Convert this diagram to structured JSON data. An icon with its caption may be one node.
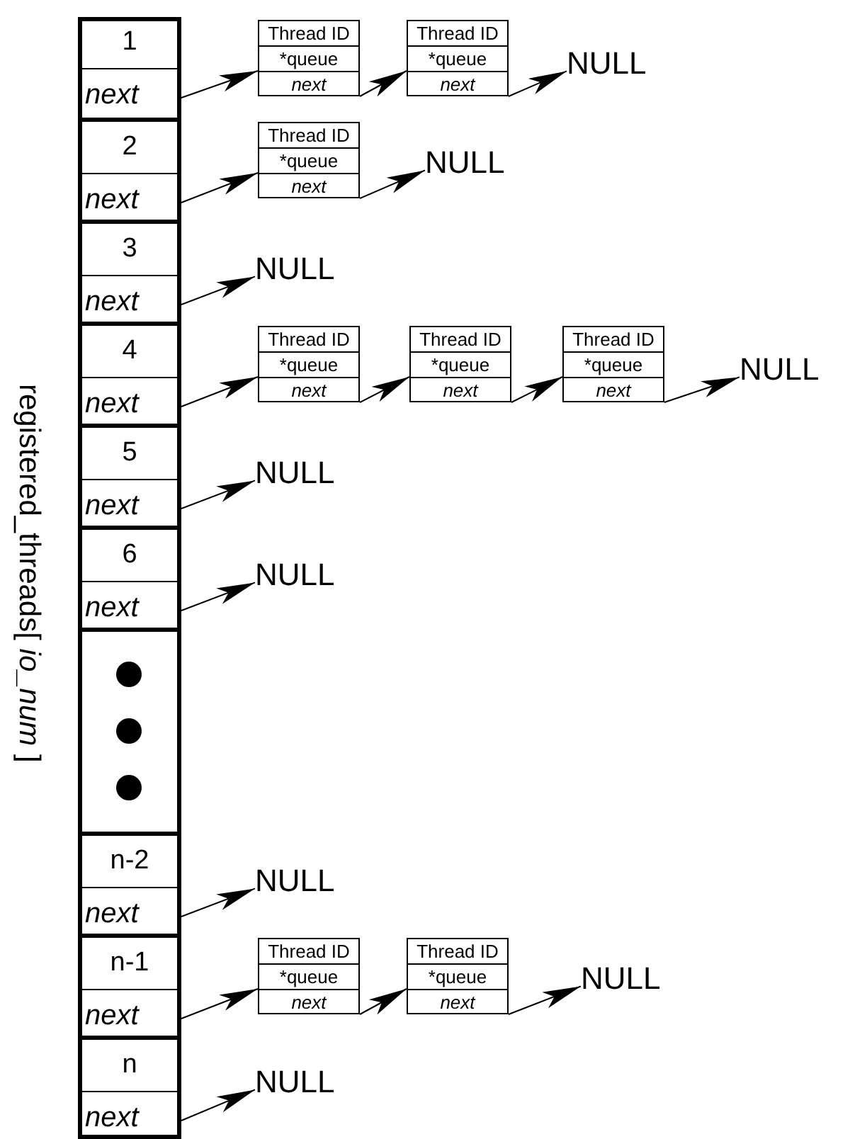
{
  "diagram": {
    "nodes": [
      {
        "text": [
          "registered_threads[ *io_num* ]"
        ]
      },
      {
        "text": [
          "1",
          "next"
        ],
        "in": 0
      },
      {
        "text": [
          "2",
          "next"
        ],
        "in": 0
      },
      {
        "text": [
          "3",
          "next"
        ],
        "in": 0
      },
      {
        "text": [
          "4",
          "next"
        ],
        "in": 0
      },
      {
        "text": [
          "5",
          "next"
        ],
        "in": 0
      },
      {
        "text": [
          "6",
          "next"
        ],
        "in": 0
      },
      {
        "text": [],
        "shape": "box",
        "in": 0
      },
      {
        "text": [
          "n-2",
          "next"
        ],
        "in": 0
      },
      {
        "text": [
          "n-1",
          "next"
        ],
        "in": 0
      },
      {
        "text": [
          "n",
          "next"
        ],
        "in": 0
      },
      {
        "text": [
          "Thread ID",
          "*queue",
          "next"
        ]
      },
      {
        "text": [
          "Thread ID",
          "*queue",
          "next"
        ]
      },
      {
        "text": [
          "NULL"
        ]
      },
      {
        "text": [
          "Thread ID",
          "*queue",
          "next"
        ]
      },
      {
        "text": [
          "NULL"
        ]
      },
      {
        "text": [
          "NULL"
        ]
      },
      {
        "text": [
          "Thread ID",
          "*queue",
          "next"
        ]
      },
      {
        "text": [
          "Thread ID",
          "*queue",
          "next"
        ]
      },
      {
        "text": [
          "Thread ID",
          "*queue",
          "next"
        ]
      },
      {
        "text": [
          "NULL"
        ]
      },
      {
        "text": [
          "NULL"
        ]
      },
      {
        "text": [
          "NULL"
        ]
      },
      {
        "text": [
          "NULL"
        ]
      },
      {
        "text": [
          "Thread ID",
          "*queue",
          "next"
        ]
      },
      {
        "text": [
          "Thread ID",
          "*queue",
          "next"
        ]
      },
      {
        "text": [
          "NULL"
        ]
      },
      {
        "text": [
          "NULL"
        ]
      }
    ],
    "edges": [
      {
        "from": 1,
        "to": 11,
        "arrow": "to"
      },
      {
        "from": 11,
        "to": 12,
        "arrow": "to"
      },
      {
        "from": 12,
        "to": 13,
        "arrow": "to"
      },
      {
        "from": 2,
        "to": 14,
        "arrow": "to"
      },
      {
        "from": 14,
        "to": 15,
        "arrow": "to"
      },
      {
        "from": 3,
        "to": 16,
        "arrow": "to"
      },
      {
        "from": 4,
        "to": 17,
        "arrow": "to"
      },
      {
        "from": 17,
        "to": 18,
        "arrow": "to"
      },
      {
        "from": 18,
        "to": 19,
        "arrow": "to"
      },
      {
        "from": 19,
        "to": 20,
        "arrow": "to"
      },
      {
        "from": 5,
        "to": 21,
        "arrow": "to"
      },
      {
        "from": 6,
        "to": 22,
        "arrow": "to"
      },
      {
        "from": 8,
        "to": 23,
        "arrow": "to"
      },
      {
        "from": 9,
        "to": 24,
        "arrow": "to"
      },
      {
        "from": 24,
        "to": 25,
        "arrow": "to"
      },
      {
        "from": 25,
        "to": 26,
        "arrow": "to"
      },
      {
        "from": 10,
        "to": 27,
        "arrow": "to"
      }
    ]
  }
}
